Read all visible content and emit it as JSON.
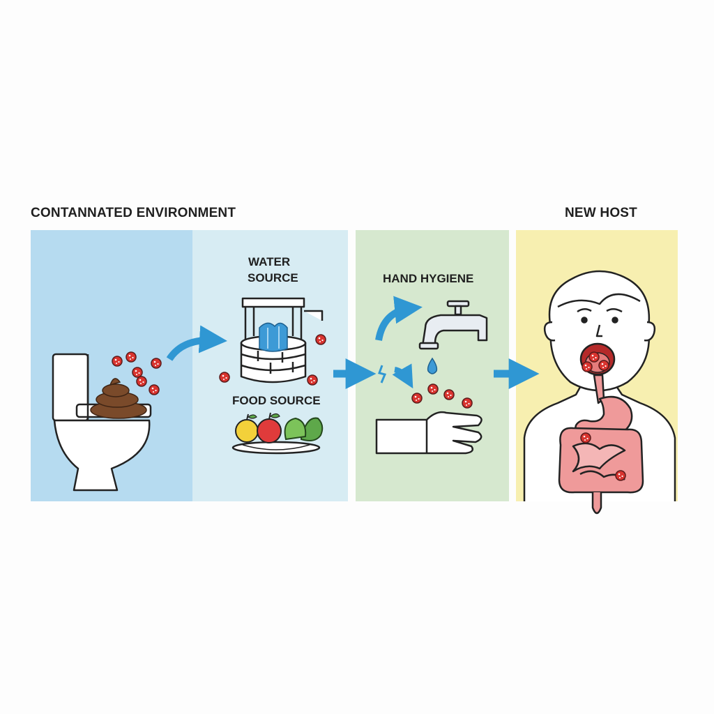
{
  "headings": {
    "left": "CONTANNATED ENVIRONMENT",
    "right": "NEW HOST"
  },
  "panels": [
    {
      "id": "contaminated",
      "color": "#b6dbf0"
    },
    {
      "id": "sources",
      "color": "#d7ecf3"
    },
    {
      "id": "hygiene",
      "color": "#d6e8cf"
    },
    {
      "id": "host",
      "color": "#f7efb0"
    }
  ],
  "labels": {
    "water_line1": "WATER",
    "water_line2": "SOURCE",
    "food": "FOOD SOURCE",
    "hygiene": "HAND HYGIENE"
  },
  "colors": {
    "arrow": "#2f97d3",
    "germ": "#d9342f",
    "feces": "#7a4a2a",
    "skin_organs": "#ef9a9a",
    "water": "#3d9ad6"
  },
  "icons": [
    "toilet-icon",
    "feces-icon",
    "well-icon",
    "food-plate-icon",
    "faucet-icon",
    "hand-icon",
    "person-icon",
    "digestive-tract-icon",
    "germ-icon",
    "arrow-icon"
  ]
}
